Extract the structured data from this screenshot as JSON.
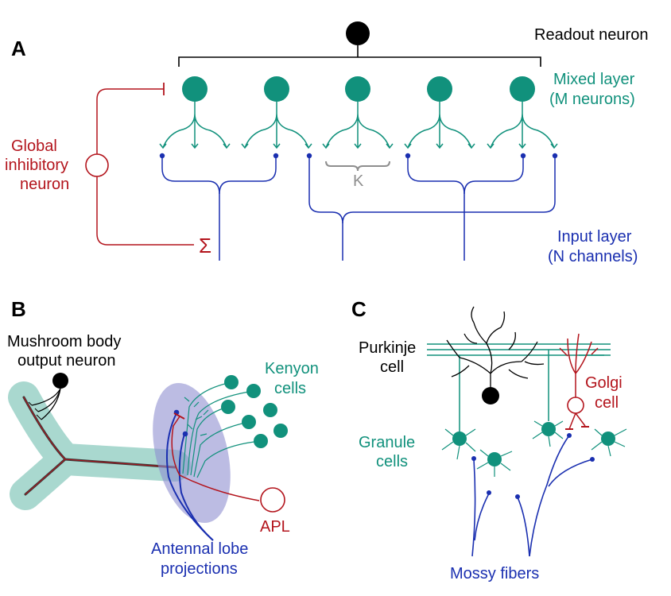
{
  "colors": {
    "teal": "#11917c",
    "blue": "#1a2fb0",
    "red": "#b3141c",
    "black": "#000000",
    "gray": "#8e8e8e",
    "lobe_fill": "#8f8fd0",
    "body_fill": "#a9d8cf"
  },
  "panel_a": {
    "label": "A",
    "readout": "Readout neuron",
    "mixed_line1": "Mixed layer",
    "mixed_line2": "(M neurons)",
    "inhib_line1": "Global",
    "inhib_line2": "inhibitory",
    "inhib_line3": "neuron",
    "k_label": "K",
    "input_line1": "Input layer",
    "input_line2": "(N channels)",
    "sigma": "Σ"
  },
  "panel_b": {
    "label": "B",
    "mbon_line1": "Mushroom body",
    "mbon_line2": "output neuron",
    "kenyon_line1": "Kenyon",
    "kenyon_line2": "cells",
    "apl": "APL",
    "antennal_line1": "Antennal lobe",
    "antennal_line2": "projections"
  },
  "panel_c": {
    "label": "C",
    "purkinje_line1": "Purkinje",
    "purkinje_line2": "cell",
    "golgi_line1": "Golgi",
    "golgi_line2": "cell",
    "granule_line1": "Granule",
    "granule_line2": "cells",
    "mossy": "Mossy fibers"
  }
}
